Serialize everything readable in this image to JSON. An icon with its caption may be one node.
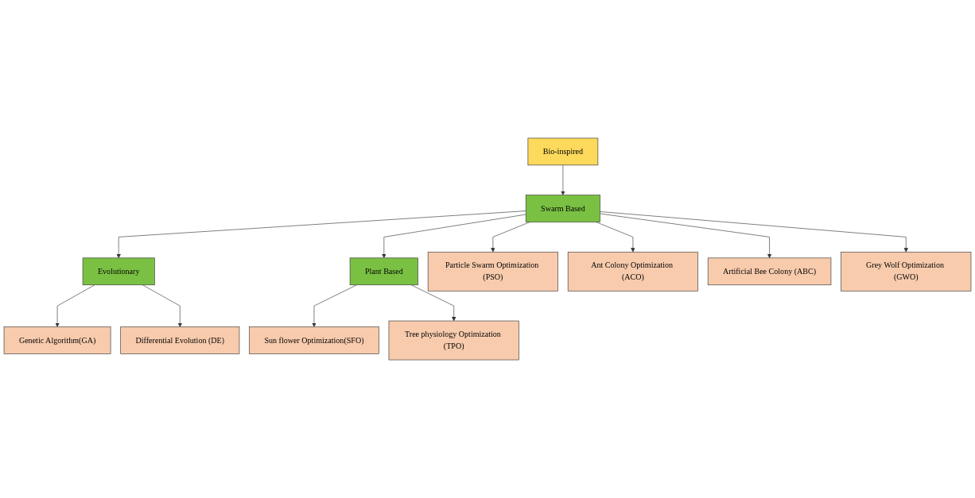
{
  "diagram": {
    "nodes": [
      {
        "text": [
          "Bio-inspired"
        ]
      },
      {
        "text": [
          "Evolutionary"
        ]
      },
      {
        "text": [
          "Swarm Based"
        ]
      },
      {
        "text": [
          "Plant Based"
        ]
      },
      {
        "text": [
          "Genetic Algorithm(GA)"
        ]
      },
      {
        "text": [
          "Differential Evolution (DE)"
        ]
      },
      {
        "text": [
          "Particle Swarm Optimization (PSO)"
        ]
      },
      {
        "text": [
          "Ant Colony Optimization (ACO)"
        ]
      },
      {
        "text": [
          "Artificial Bee Colony (ABC)"
        ]
      },
      {
        "text": [
          "Grey Wolf Optimization (GWO)"
        ]
      },
      {
        "text": [
          "Sun flower Optimization(SFO)"
        ]
      },
      {
        "text": [
          "Tree physiology Optimization (TPO)"
        ]
      }
    ],
    "edges": [
      {
        "from": 0,
        "to": 2,
        "arrow": "to"
      },
      {
        "from": 2,
        "to": 1,
        "arrow": "to"
      },
      {
        "from": 2,
        "to": 3,
        "arrow": "to"
      },
      {
        "from": 1,
        "to": 4,
        "arrow": "to"
      },
      {
        "from": 1,
        "to": 5,
        "arrow": "to"
      },
      {
        "from": 2,
        "to": 6,
        "arrow": "to"
      },
      {
        "from": 2,
        "to": 7,
        "arrow": "to"
      },
      {
        "from": 2,
        "to": 8,
        "arrow": "to"
      },
      {
        "from": 2,
        "to": 9,
        "arrow": "to"
      },
      {
        "from": 3,
        "to": 10,
        "arrow": "to"
      },
      {
        "from": 3,
        "to": 11,
        "arrow": "to"
      }
    ]
  }
}
